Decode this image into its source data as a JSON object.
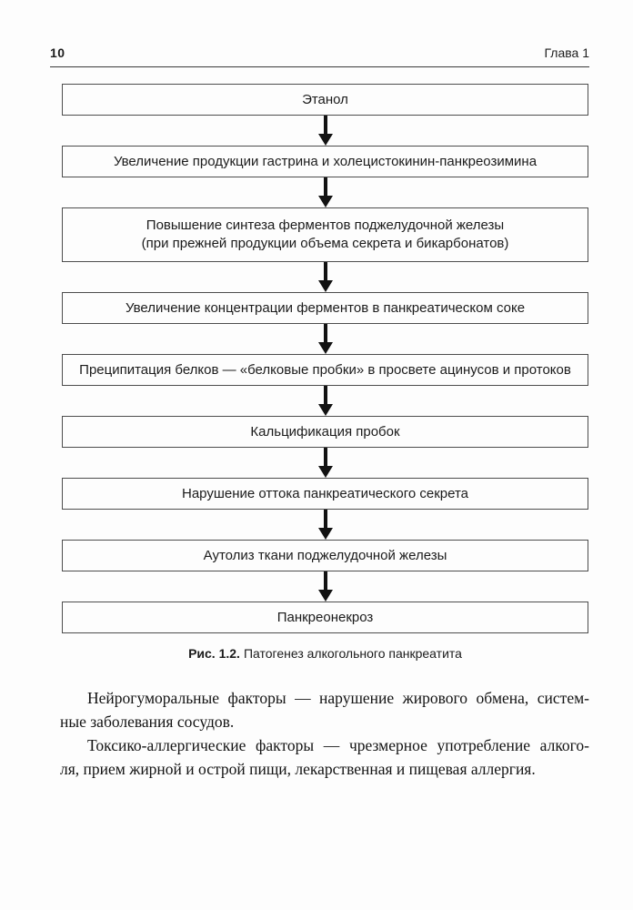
{
  "page": {
    "header": {
      "page_number": "10",
      "chapter": "Глава 1"
    },
    "figure": {
      "caption_label": "Рис. 1.2.",
      "caption_text": "Патогенез алкогольного панкреатита",
      "flowchart": {
        "type": "vertical-sequence",
        "nodes": [
          "Этанол",
          "Увеличение продукции гастрина и холецистокинин-панкреозимина",
          "Повышение синтеза ферментов поджелудочной железы\n(при прежней продукции объема секрета и бикарбонатов)",
          "Увеличение концентрации ферментов в панкреатическом соке",
          "Преципитация белков — «белковые пробки» в просвете ацинусов и протоков",
          "Кальцификация пробок",
          "Нарушение оттока панкреатического секрета",
          "Аутолиз ткани поджелудочной железы",
          "Панкреонекроз"
        ]
      }
    },
    "body": {
      "paragraphs": [
        {
          "lines": [
            "Нейрогуморальные факторы — нарушение жирового обмена, систем-",
            "ные заболевания сосудов."
          ]
        },
        {
          "lines": [
            "Токсико-аллергические факторы — чрезмерное употребление алкого-",
            "ля, прием жирной и острой пищи, лекарственная и пищевая аллергия."
          ]
        }
      ]
    },
    "colors": {
      "ink": "#1c1c1c",
      "box_border": "#4d4d4d",
      "arrow": "#121212",
      "background": "#fdfdfd"
    }
  }
}
